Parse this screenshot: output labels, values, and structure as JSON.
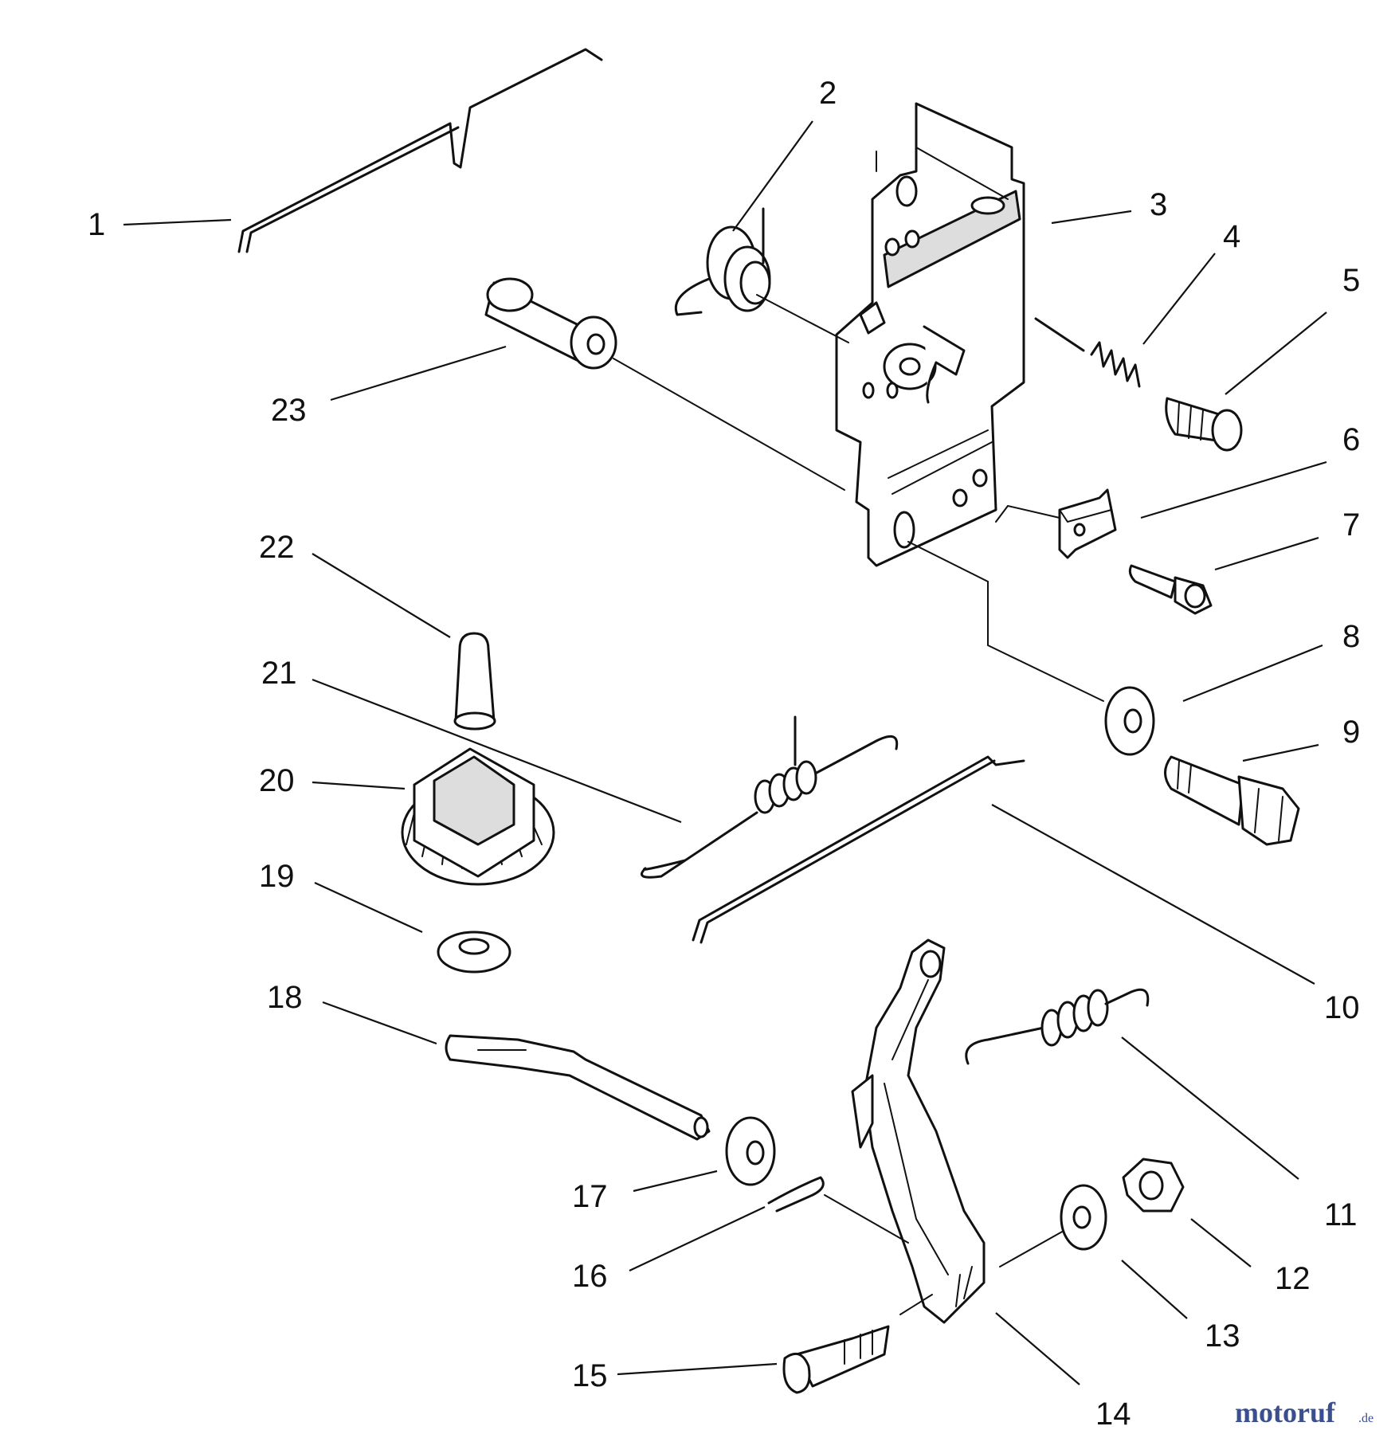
{
  "callouts": [
    {
      "n": "1"
    },
    {
      "n": "2"
    },
    {
      "n": "3"
    },
    {
      "n": "4"
    },
    {
      "n": "5"
    },
    {
      "n": "6"
    },
    {
      "n": "7"
    },
    {
      "n": "8"
    },
    {
      "n": "9"
    },
    {
      "n": "10"
    },
    {
      "n": "11"
    },
    {
      "n": "12"
    },
    {
      "n": "13"
    },
    {
      "n": "14"
    },
    {
      "n": "15"
    },
    {
      "n": "16"
    },
    {
      "n": "17"
    },
    {
      "n": "18"
    },
    {
      "n": "19"
    },
    {
      "n": "20"
    },
    {
      "n": "21"
    },
    {
      "n": "22"
    },
    {
      "n": "23"
    }
  ],
  "watermark": {
    "text": "motoruf",
    "suffix": ".de",
    "color": "#3a4f8f"
  }
}
